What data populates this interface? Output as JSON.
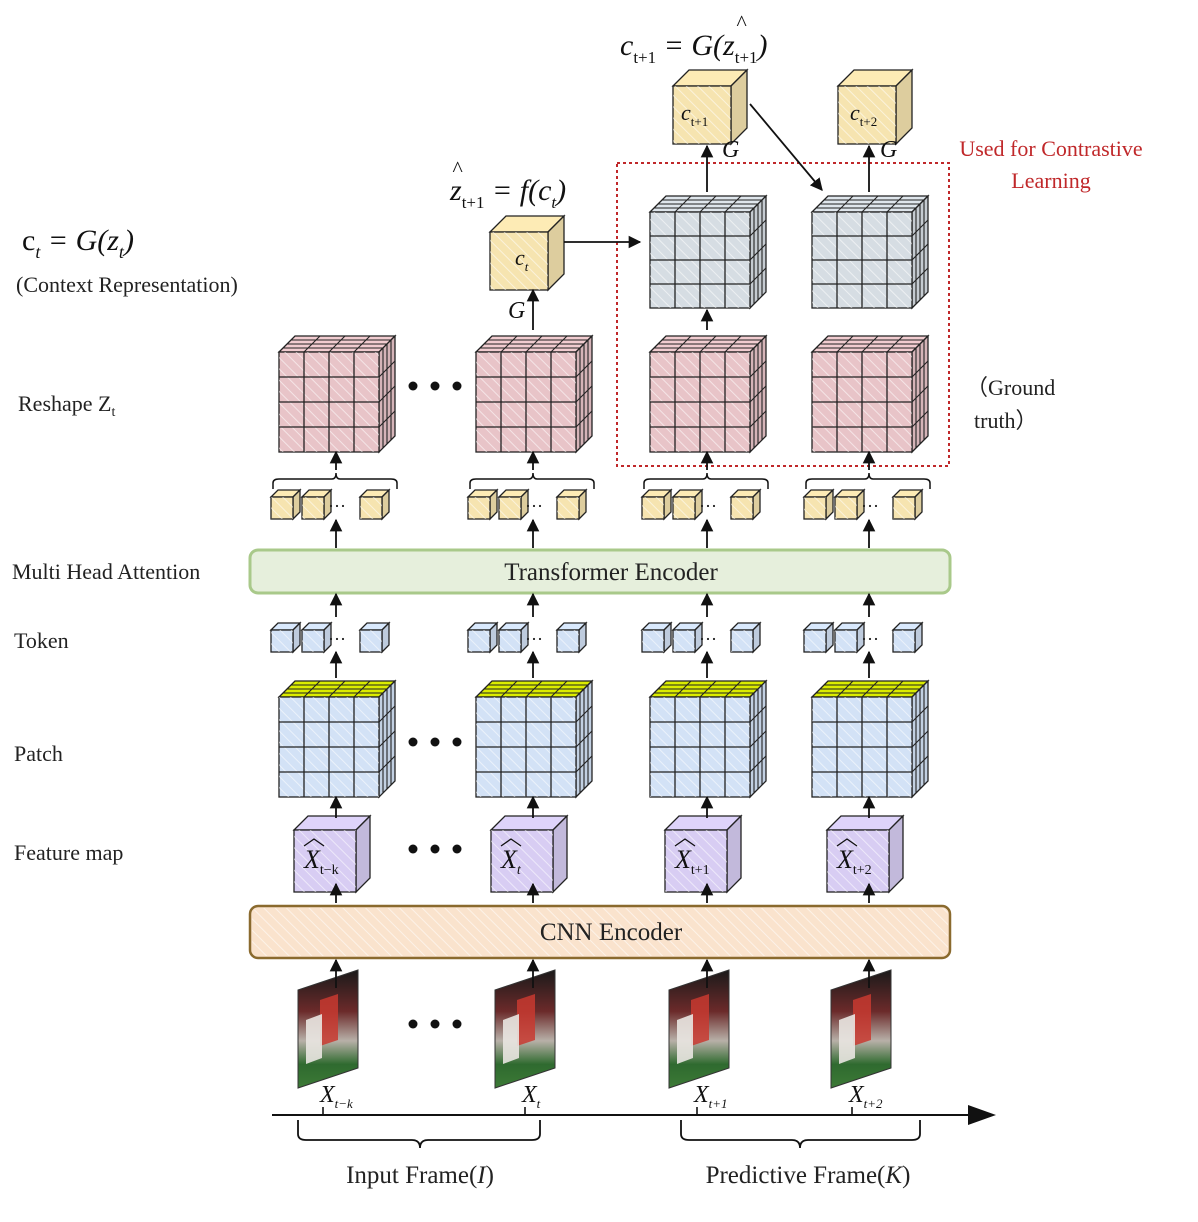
{
  "left_labels": {
    "context_formula": "c_t = G(z_t)",
    "context_caption": "(Context Representation)",
    "reshape": "Reshape Z",
    "reshape_sub": "t",
    "attention": "Multi Head Attention",
    "token": "Token",
    "patch": "Patch",
    "feature_map": "Feature map"
  },
  "blocks": {
    "transformer": "Transformer Encoder",
    "cnn": "CNN Encoder"
  },
  "top_formulas": {
    "c_next": "c_{t+1} = G(ẑ_{t+1})",
    "z_hat": "ẑ_{t+1} = f(c_t)"
  },
  "context_cubes": {
    "c_t": "c",
    "c_t_sub": "t",
    "c_t1": "c",
    "c_t1_sub": "t+1",
    "c_t2": "c",
    "c_t2_sub": "t+2",
    "g_label": "G"
  },
  "contrastive": {
    "line1": "Used for Contrastive",
    "line2": "Learning"
  },
  "ground_truth": {
    "line1": "（Ground",
    "line2": "truth）"
  },
  "feature_labels": [
    {
      "base": "X",
      "sub": "t−k"
    },
    {
      "base": "X",
      "sub": "t"
    },
    {
      "base": "X",
      "sub": "t+1"
    },
    {
      "base": "X",
      "sub": "t+2"
    }
  ],
  "timeline_labels": [
    {
      "base": "X",
      "sub": "t−k"
    },
    {
      "base": "X",
      "sub": "t"
    },
    {
      "base": "X",
      "sub": "t+1"
    },
    {
      "base": "X",
      "sub": "t+2"
    }
  ],
  "brackets": {
    "input": "Input Frame(I)",
    "predictive": "Predictive Frame(K)"
  },
  "ellipsis": "• • •",
  "token_ellipsis": "···",
  "colors": {
    "pink": "#e8c4c8",
    "blue": "#d3e2f6",
    "gray": "#d6dde3",
    "yellow": "#f6e4b0",
    "purple": "#d8cdf3",
    "transformer_fill": "#e6efdc",
    "transformer_border": "#a9c98a",
    "cnn_fill": "#fae3cd",
    "cnn_border": "#8a6a2e",
    "red": "#c0282a"
  }
}
